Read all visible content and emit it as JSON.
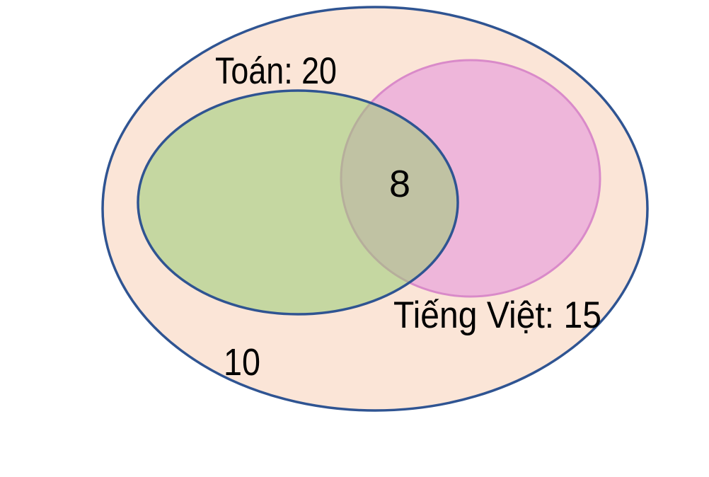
{
  "diagram": {
    "type": "venn",
    "sets": [
      {
        "name": "Toan",
        "label": "Toán: 20"
      },
      {
        "name": "Tieng Viet",
        "label": "Tiếng Việt: 15"
      }
    ],
    "intersection_label": "8",
    "outside_label": "10"
  },
  "colors": {
    "background": "#ffffff",
    "universal_fill": "#fbe5d7",
    "universal_stroke": "#2f5492",
    "set_a_fill": "#9bcb77",
    "set_a_fill_opacity": "0.56",
    "set_a_stroke": "#2f5492",
    "set_b_fill": "#eeb6da",
    "set_b_stroke": "#d98ac9",
    "label_color": "#000000"
  }
}
